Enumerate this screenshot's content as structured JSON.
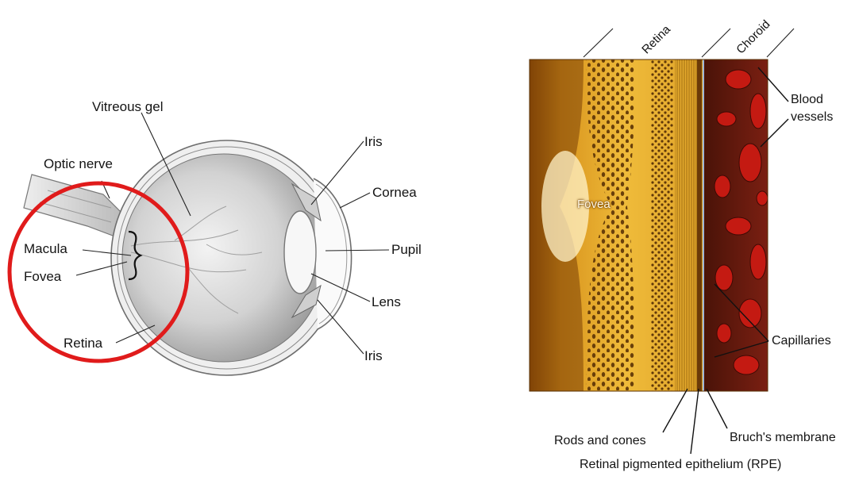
{
  "eye": {
    "labels": {
      "vitreous_gel": "Vitreous gel",
      "optic_nerve": "Optic nerve",
      "macula": "Macula",
      "fovea": "Fovea",
      "retina": "Retina",
      "iris_top": "Iris",
      "cornea": "Cornea",
      "pupil": "Pupil",
      "lens": "Lens",
      "iris_bottom": "Iris"
    },
    "highlight_color": "#e01b1b"
  },
  "cross_section": {
    "header": {
      "retina": "Retina",
      "choroid": "Choroid"
    },
    "labels": {
      "fovea": "Fovea",
      "blood_vessels_line1": "Blood",
      "blood_vessels_line2": "vessels",
      "capillaries": "Capillaries",
      "rods_and_cones": "Rods and cones",
      "bruchs_membrane": "Bruch's membrane",
      "rpe": "Retinal pigmented epithelium (RPE)"
    },
    "colors": {
      "retina": "#e8a82a",
      "choroid": "#7a1a10",
      "vessel": "#c41a12"
    }
  }
}
